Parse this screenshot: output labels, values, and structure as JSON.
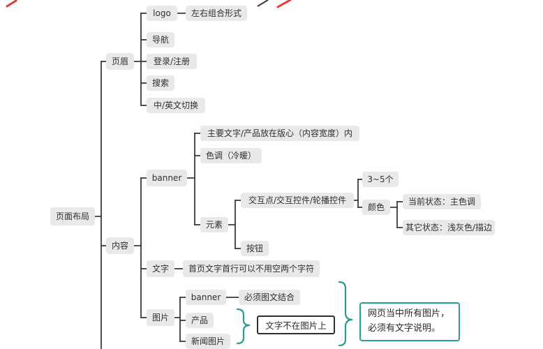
{
  "tree": {
    "root": {
      "label": "页面布局"
    },
    "header": {
      "label": "页眉",
      "logo": {
        "label": "logo",
        "note": "左右组合形式"
      },
      "nav": {
        "label": "导航"
      },
      "login": {
        "label": "登录/注册"
      },
      "search": {
        "label": "搜索"
      },
      "lang": {
        "label": "中/英文切换"
      }
    },
    "content": {
      "label": "内容",
      "banner": {
        "label": "banner",
        "main_text": "主要文字/产品放在版心（内容宽度）内",
        "tone": "色调（冷暖）",
        "elements": {
          "label": "元素",
          "widgets": {
            "label": "交互点/交互控件/轮播控件",
            "count": "3~5个",
            "color": {
              "label": "颜色",
              "current": "当前状态：主色调",
              "other": "其它状态：浅灰色/描边"
            }
          },
          "button": {
            "label": "按钮"
          }
        }
      },
      "text": {
        "label": "文字",
        "note": "首页文字首行可以不用空两个字符"
      },
      "image": {
        "label": "图片",
        "banner": {
          "label": "banner",
          "note": "必须图文结合"
        },
        "product": {
          "label": "产品"
        },
        "news": {
          "label": "新闻图片"
        },
        "callout_text": "文字不在图片上",
        "callout_caption": "网页当中所有图片，必须有文字说明。"
      }
    }
  },
  "colors": {
    "node_bg": "#e9e9e9",
    "line": "#3a3a3a",
    "accent_teal": "#279e8e",
    "annotation_red": "#e03a2f"
  }
}
